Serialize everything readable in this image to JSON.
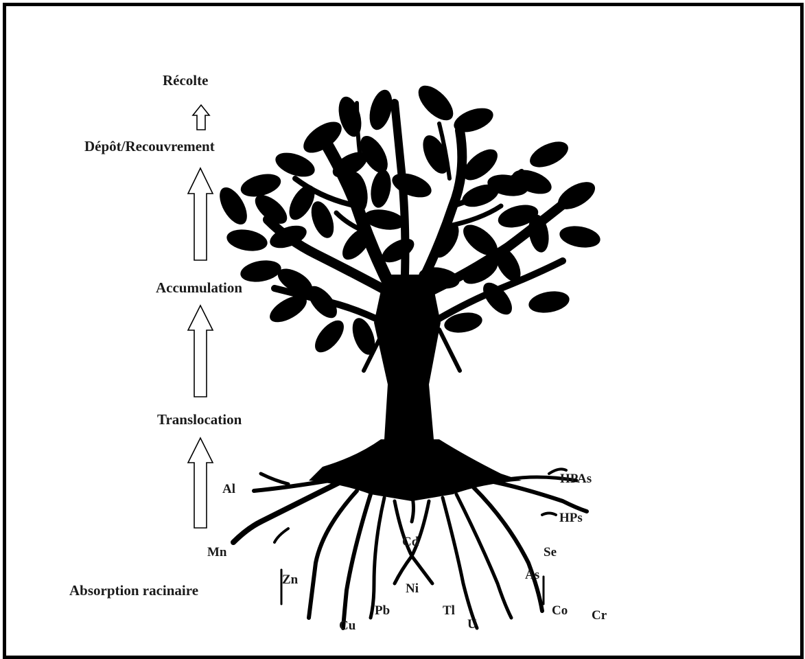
{
  "stages": {
    "harvest": "Récolte",
    "deposition": "Dépôt/Recouvrement",
    "accumulation": "Accumulation",
    "translocation": "Translocation",
    "root_absorption": "Absorption racinaire"
  },
  "elements": {
    "al": "Al",
    "mn": "Mn",
    "zn": "Zn",
    "cu": "Cu",
    "pb": "Pb",
    "cd": "Cd",
    "ni": "Ni",
    "tl": "Tl",
    "u": "U",
    "co": "Co",
    "cr": "Cr",
    "as": "As",
    "se": "Se",
    "hps": "HPs",
    "hpas": "HPAs"
  },
  "colors": {
    "tree": "#000000",
    "text": "#1a1a1a",
    "arrow_outline": "#000000",
    "background": "#ffffff"
  }
}
